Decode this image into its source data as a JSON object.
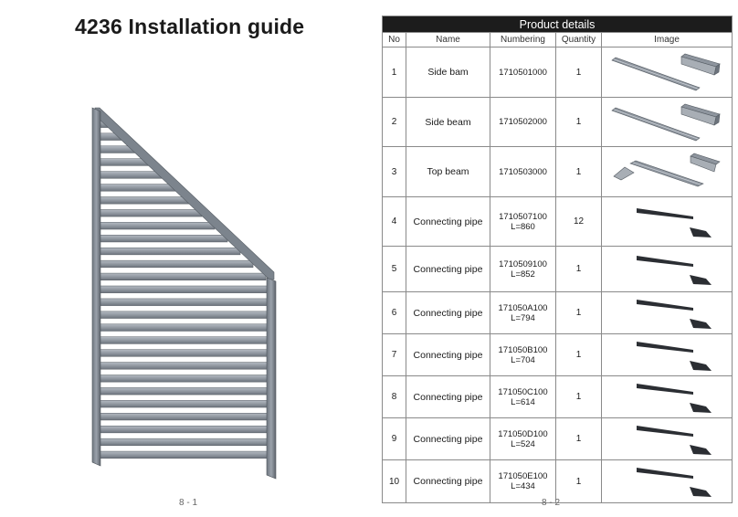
{
  "left_page": {
    "title": "4236 Installation guide",
    "page_number": "8 - 1"
  },
  "right_page": {
    "page_number": "8 - 2",
    "table": {
      "heading": "Product details",
      "columns": [
        "No",
        "Name",
        "Numbering",
        "Quantity",
        "Image"
      ],
      "rows": [
        {
          "no": "1",
          "name": "Side bam",
          "number_line1": "1710501000",
          "number_line2": "",
          "quantity": "1",
          "image": "side-beam-icon"
        },
        {
          "no": "2",
          "name": "Side beam",
          "number_line1": "1710502000",
          "number_line2": "",
          "quantity": "1",
          "image": "side-beam-icon"
        },
        {
          "no": "3",
          "name": "Top beam",
          "number_line1": "1710503000",
          "number_line2": "",
          "quantity": "1",
          "image": "top-beam-icon"
        },
        {
          "no": "4",
          "name": "Connecting pipe",
          "number_line1": "1710507100",
          "number_line2": "L=860",
          "quantity": "12",
          "image": "connecting-pipe-icon"
        },
        {
          "no": "5",
          "name": "Connecting pipe",
          "number_line1": "1710509100",
          "number_line2": "L=852",
          "quantity": "1",
          "image": "connecting-pipe-icon"
        },
        {
          "no": "6",
          "name": "Connecting pipe",
          "number_line1": "171050A100",
          "number_line2": "L=794",
          "quantity": "1",
          "image": "connecting-pipe-icon"
        },
        {
          "no": "7",
          "name": "Connecting pipe",
          "number_line1": "171050B100",
          "number_line2": "L=704",
          "quantity": "1",
          "image": "connecting-pipe-icon"
        },
        {
          "no": "8",
          "name": "Connecting pipe",
          "number_line1": "171050C100",
          "number_line2": "L=614",
          "quantity": "1",
          "image": "connecting-pipe-icon"
        },
        {
          "no": "9",
          "name": "Connecting pipe",
          "number_line1": "171050D100",
          "number_line2": "L=524",
          "quantity": "1",
          "image": "connecting-pipe-icon"
        },
        {
          "no": "10",
          "name": "Connecting pipe",
          "number_line1": "171050E100",
          "number_line2": "L=434",
          "quantity": "1",
          "image": "connecting-pipe-icon"
        }
      ]
    }
  },
  "colors": {
    "header_bg": "#1c1c1c",
    "fence_frame": "#7f8791",
    "slat": "#9aa1aa"
  }
}
